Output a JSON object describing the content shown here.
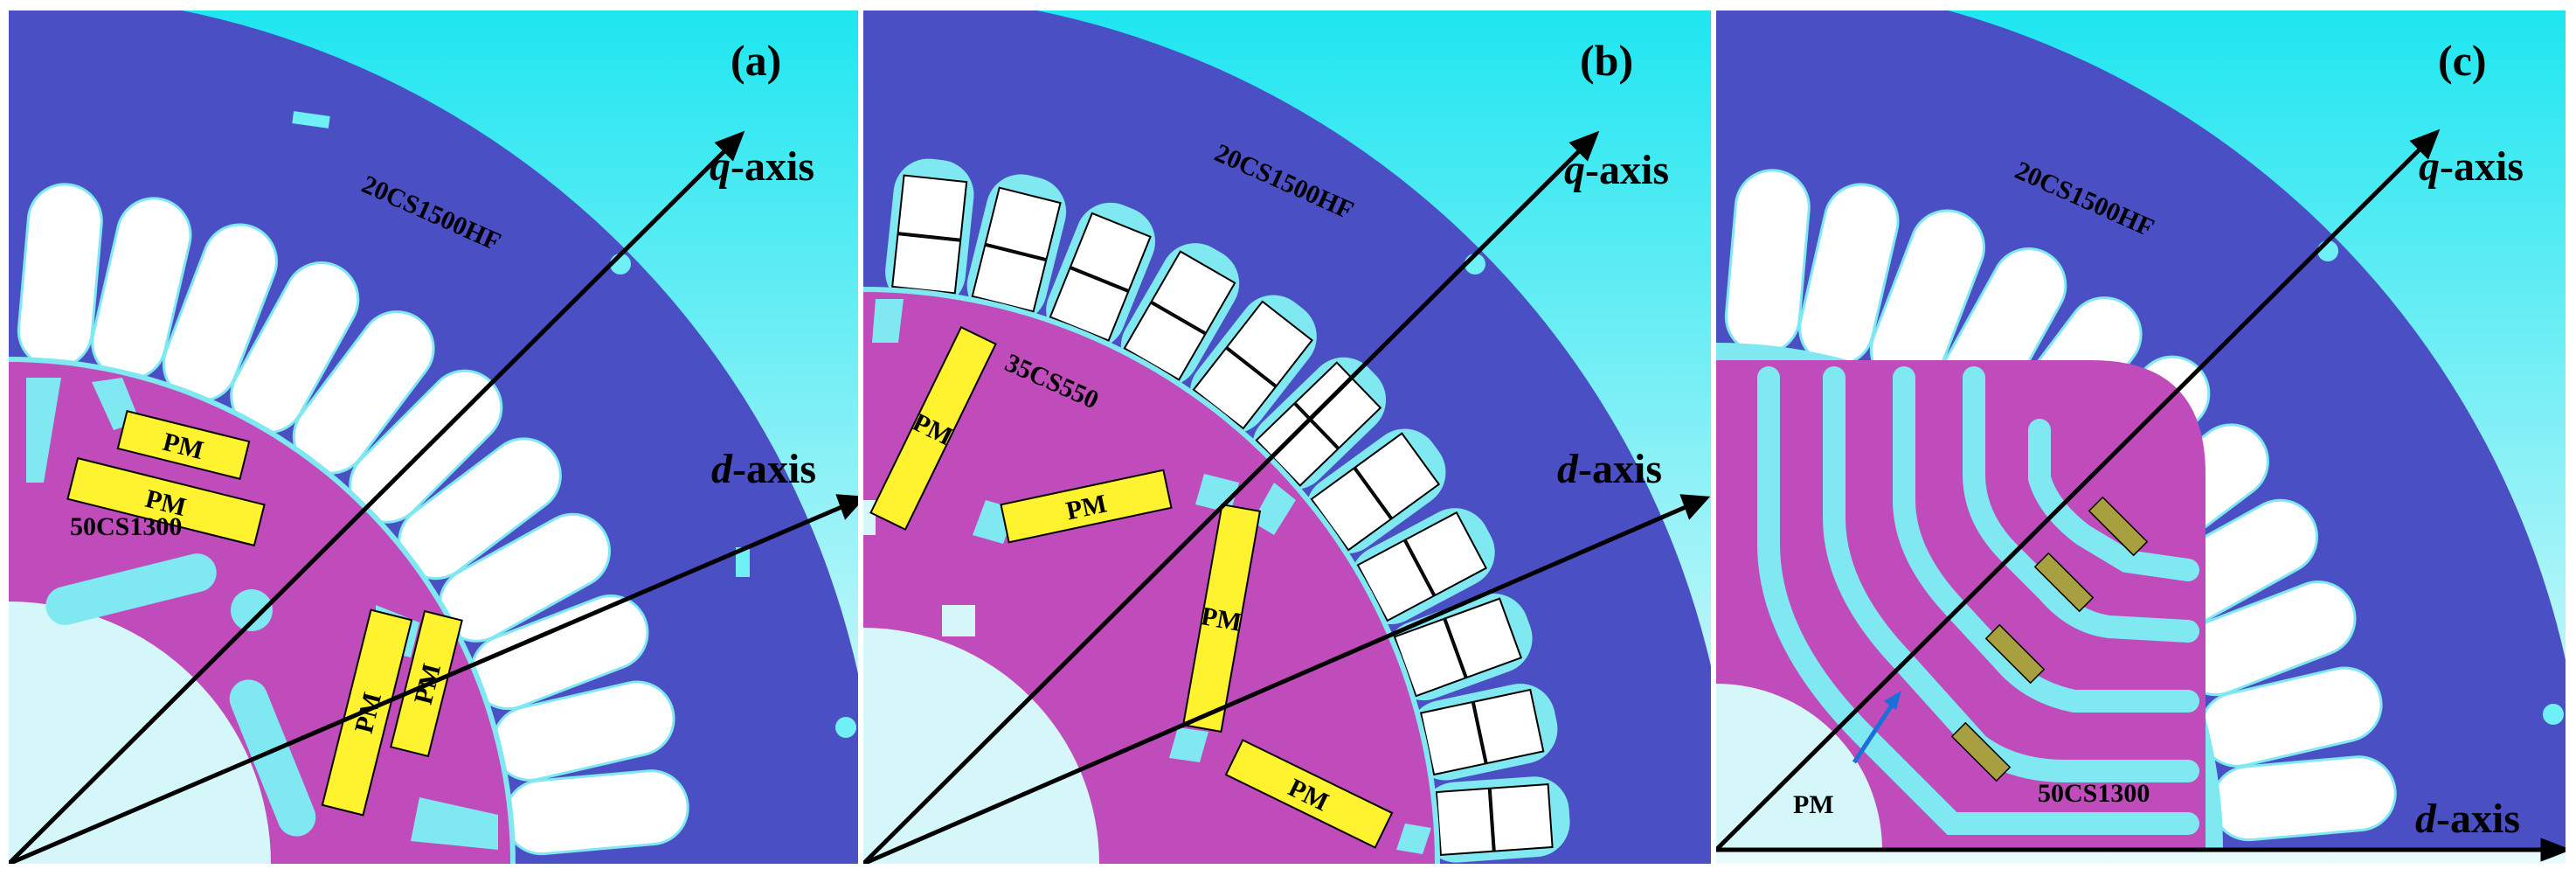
{
  "colors": {
    "background_top": "#1ee6f0",
    "background_bottom": "#e8fafc",
    "stator": "#4b4fc4",
    "rotor": "#c04cbc",
    "slot": "#ffffff",
    "magnet_yellow": "#fff22e",
    "magnet_olive": "#a8a040",
    "flux_barrier": "#7fe8f0",
    "axis": "#000000",
    "pointer": "#1a6fd8"
  },
  "panels": [
    {
      "label": "(a)",
      "q_axis": {
        "italic": "q",
        "rest": "-axis"
      },
      "d_axis": {
        "italic": "d",
        "rest": "-axis"
      },
      "stator_material": "20CS1500HF",
      "rotor_material": "50CS1300",
      "magnets": [
        "PM",
        "PM",
        "PM",
        "PM"
      ]
    },
    {
      "label": "(b)",
      "q_axis": {
        "italic": "q",
        "rest": "-axis"
      },
      "d_axis": {
        "italic": "d",
        "rest": "-axis"
      },
      "stator_material": "20CS1500HF",
      "rotor_material": "35CS550",
      "magnets": [
        "PM",
        "PM",
        "PM",
        "PM"
      ]
    },
    {
      "label": "(c)",
      "q_axis": {
        "italic": "q",
        "rest": "-axis"
      },
      "d_axis": {
        "italic": "d",
        "rest": "-axis"
      },
      "stator_material": "20CS1500HF",
      "rotor_material": "50CS1300",
      "magnet_pointer_label": "PM"
    }
  ]
}
